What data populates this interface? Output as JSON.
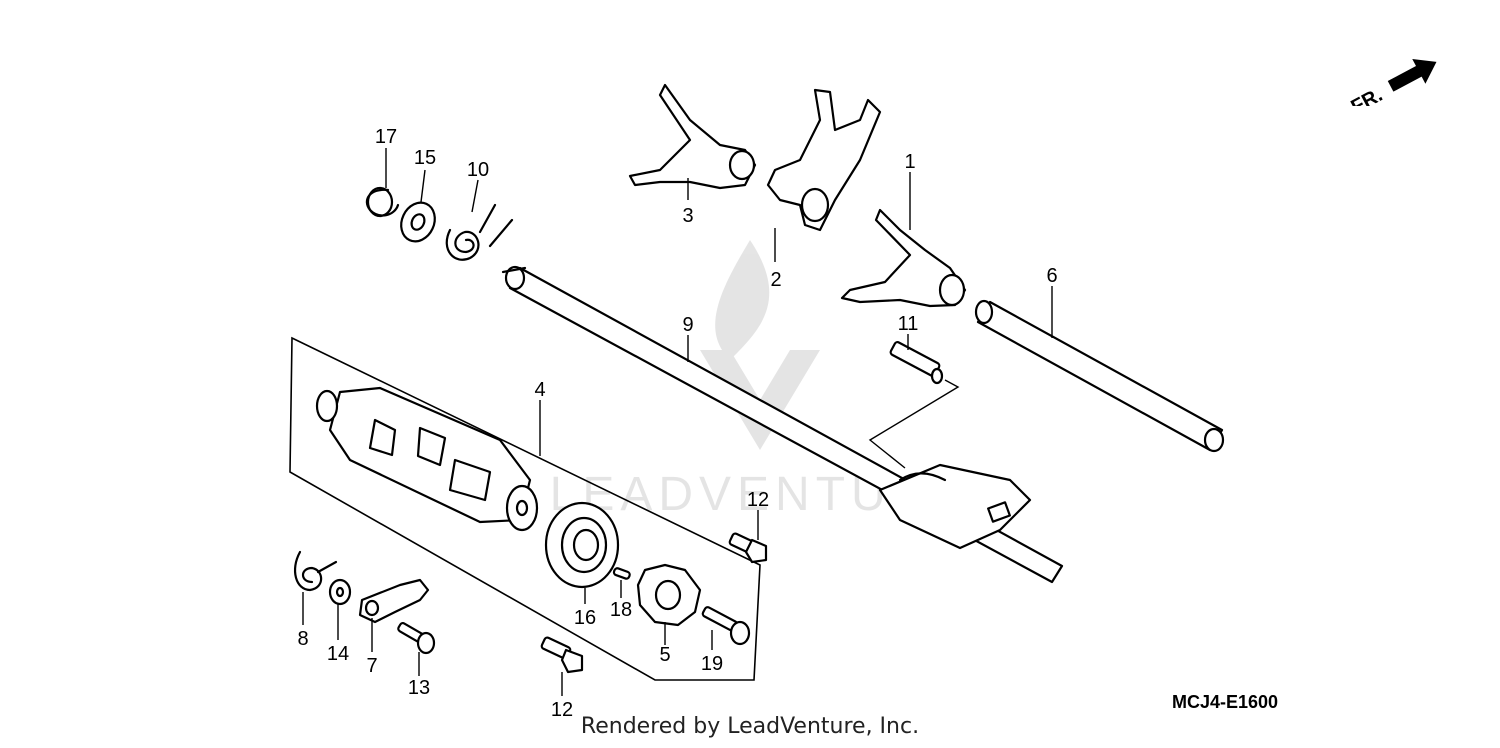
{
  "diagram": {
    "direction_label": "FR.",
    "diagram_code": "MCJ4-E1600",
    "credit": "Rendered by LeadVenture, Inc.",
    "watermark": "LEADVENTURE",
    "callouts": {
      "c1": "1",
      "c2": "2",
      "c3": "3",
      "c4": "4",
      "c5": "5",
      "c6": "6",
      "c7": "7",
      "c8": "8",
      "c9": "9",
      "c10": "10",
      "c11": "11",
      "c12a": "12",
      "c12b": "12",
      "c13": "13",
      "c14": "14",
      "c15": "15",
      "c16": "16",
      "c17": "17",
      "c18": "18",
      "c19": "19"
    }
  }
}
